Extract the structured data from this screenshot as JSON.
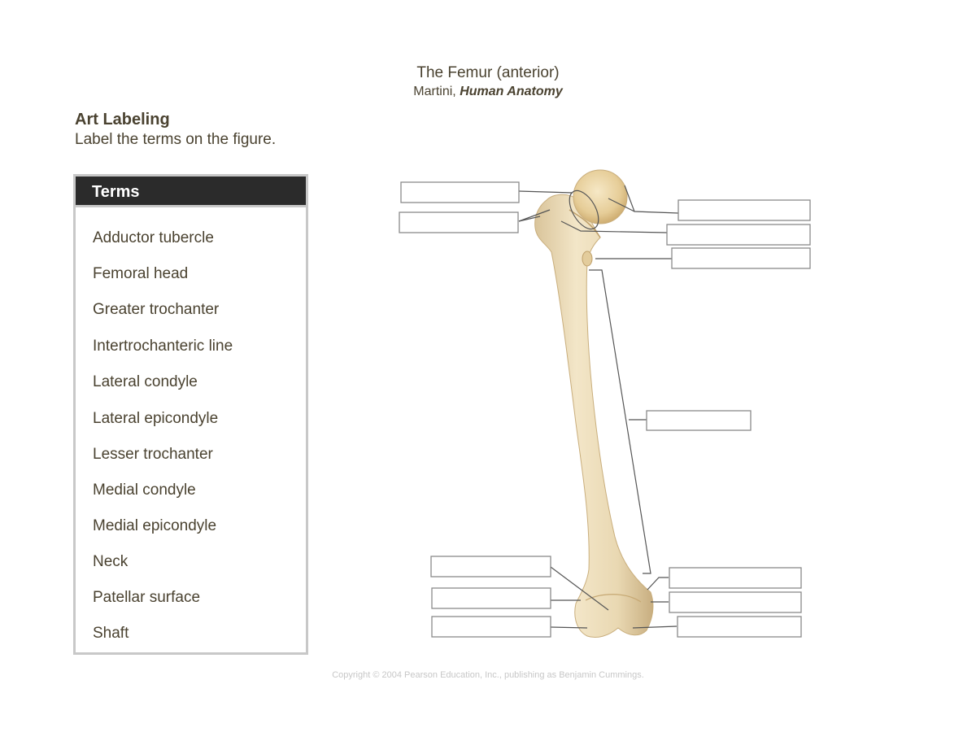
{
  "header": {
    "title": "The Femur (anterior)",
    "author": "Martini,",
    "book": "Human Anatomy"
  },
  "activity": {
    "heading": "Art Labeling",
    "instruction": "Label the terms on the figure."
  },
  "terms": {
    "header": "Terms",
    "items": [
      "Adductor tubercle",
      "Femoral head",
      "Greater trochanter",
      "Intertrochanteric line",
      "Lateral condyle",
      "Lateral epicondyle",
      "Lesser trochanter",
      "Medial condyle",
      "Medial epicondyle",
      "Neck",
      "Patellar surface",
      "Shaft"
    ]
  },
  "figure": {
    "bone": "femur-anterior",
    "label_box_count": 12
  },
  "footer": {
    "copyright": "Copyright © 2004 Pearson Education, Inc., publishing as Benjamin Cummings."
  }
}
